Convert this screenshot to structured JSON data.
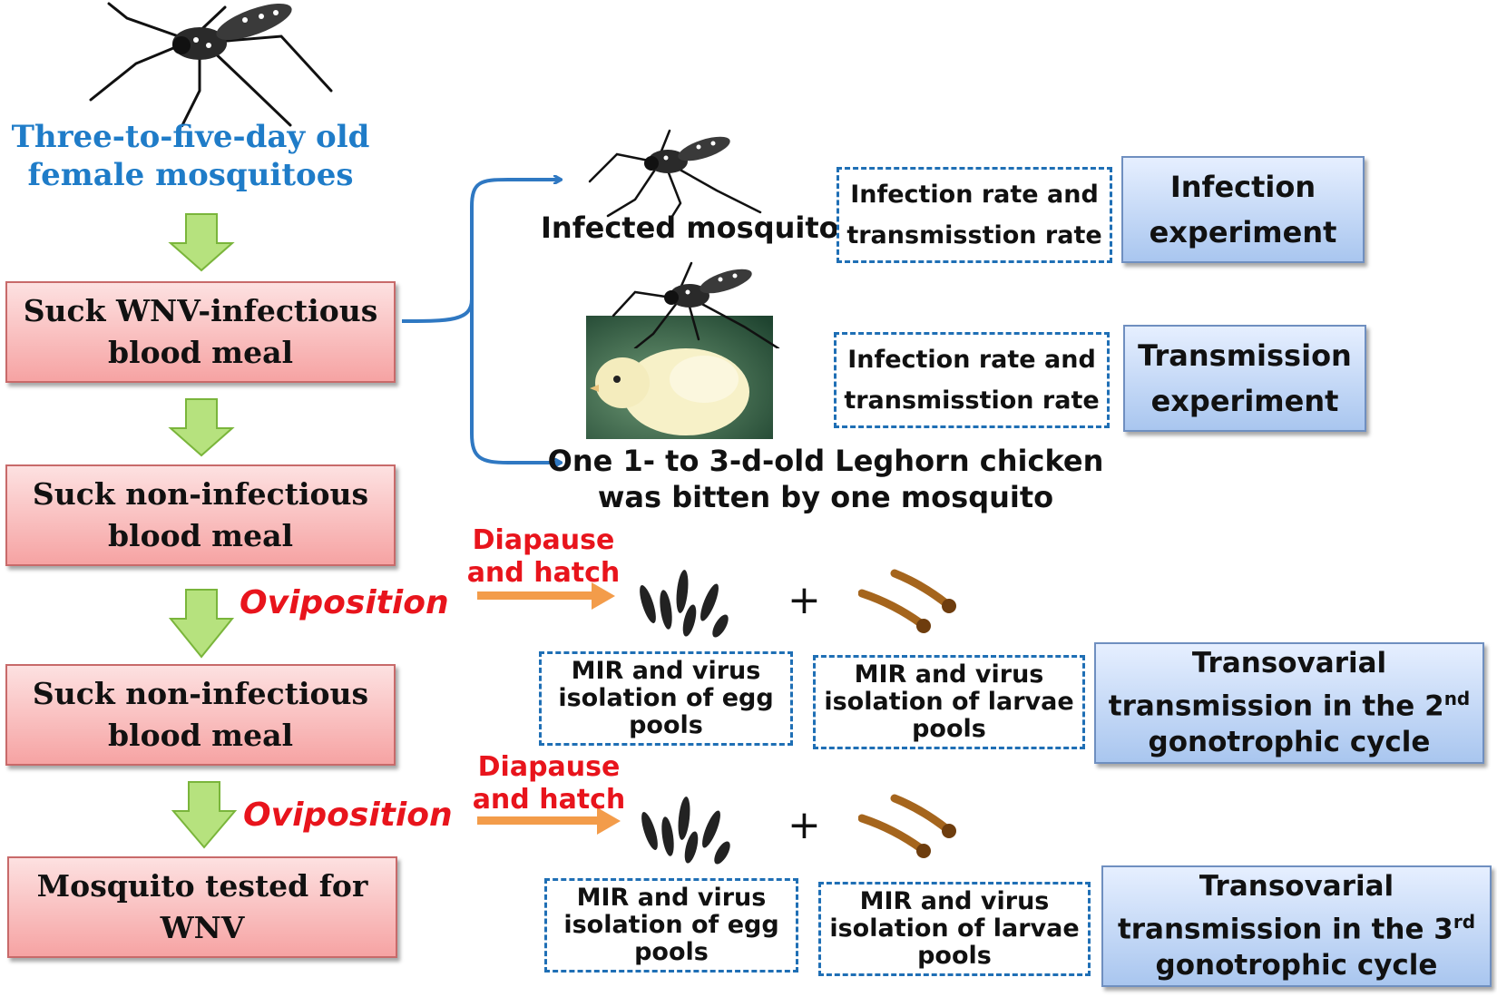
{
  "colors": {
    "title_blue": "#1f7cc8",
    "step_box": "#f6a3a3",
    "experiment_box": "#a9c6ef",
    "dashed_border": "#1f6fb5",
    "red_label": "#e8141c",
    "bracket_arrow": "#2f78c2",
    "orange_arrow": "#f39c4a",
    "green_arrow": "#a8de6e"
  },
  "header": {
    "line1": "Three-to-five-day old",
    "line2": "female mosquitoes"
  },
  "steps": {
    "step1": "Suck WNV-infectious\nblood meal",
    "step2": "Suck non-infectious\nblood meal",
    "step3": "Suck non-infectious\nblood meal",
    "step4": "Mosquito tested  for\nWNV"
  },
  "labels": {
    "oviposition_1": "Oviposition",
    "oviposition_2": "Oviposition",
    "diapause_1": "Diapause\nand hatch",
    "diapause_2": "Diapause\nand hatch",
    "infected_mosquito": "Infected mosquito",
    "chicken_caption": "One 1- to 3-d-old Leghorn chicken\nwas bitten by one mosquito",
    "plus_1": "+",
    "plus_2": "+"
  },
  "measures": {
    "infection_rates": "Infection rate and\ntransmisstion rate",
    "transmission_rates": "Infection rate and\ntransmisstion rate",
    "egg_2nd": "MIR and virus\nisolation of egg\npools",
    "larvae_2nd": "MIR and virus\nisolation of larvae\npools",
    "egg_3rd": "MIR and virus\nisolation of egg\npools",
    "larvae_3rd": "MIR and virus\nisolation of larvae\npools"
  },
  "experiments": {
    "infection": "Infection\nexperiment",
    "transmission": "Transmission\nexperiment",
    "trans_2nd_line1": "Transovarial",
    "trans_2nd_line2": "transmission in the 2",
    "trans_2nd_sup": "nd",
    "trans_2nd_line3": "gonotrophic cycle",
    "trans_3rd_line1": "Transovarial",
    "trans_3rd_line2": "transmission in the 3",
    "trans_3rd_sup": "rd",
    "trans_3rd_line3": "gonotrophic cycle"
  },
  "icons": {
    "mosquito": "mosquito-icon",
    "chick_photo": "chick-photo",
    "eggs": "eggs-icon",
    "larvae": "larvae-icon"
  }
}
